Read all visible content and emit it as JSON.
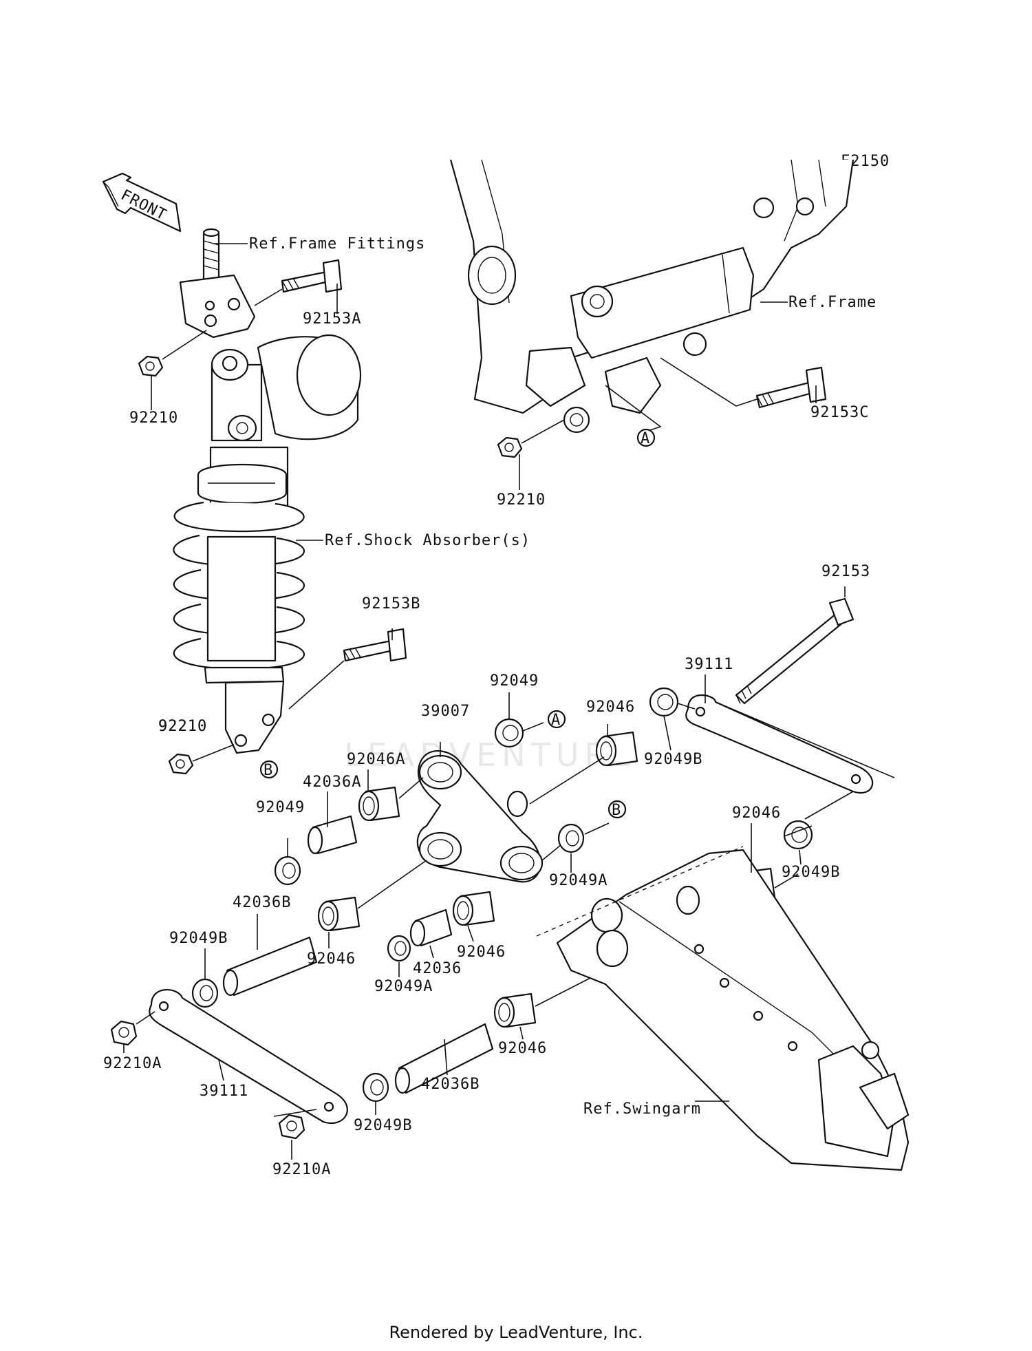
{
  "diagram": {
    "code": "F2150",
    "front_label": "FRONT",
    "references": {
      "frame_fittings": "Ref.Frame Fittings",
      "frame": "Ref.Frame",
      "shock_absorber": "Ref.Shock Absorber(s)",
      "swingarm": "Ref.Swingarm"
    },
    "markers": {
      "a": "A",
      "b": "B"
    },
    "parts": [
      "92153A",
      "92210",
      "92210",
      "92153C",
      "92210",
      "92153",
      "92153B",
      "39111",
      "92049",
      "92046",
      "39007",
      "92046A",
      "92210",
      "42036A",
      "92049B",
      "92049",
      "92046",
      "92049A",
      "92049B",
      "42036B",
      "92049B",
      "92046",
      "92046",
      "42036",
      "92049A",
      "92046",
      "92210A",
      "39111",
      "42036B",
      "92049B",
      "92210A"
    ]
  },
  "watermark": "LEADVENTURE",
  "footer": "Rendered by LeadVenture, Inc."
}
